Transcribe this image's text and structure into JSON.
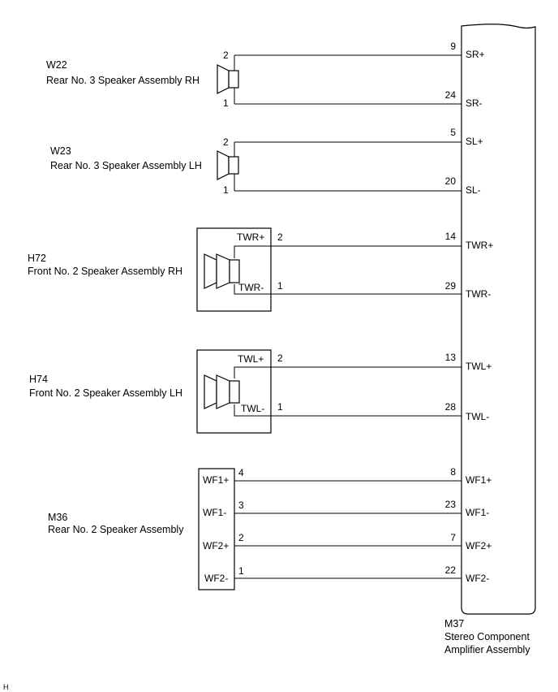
{
  "amplifier": {
    "code": "M37",
    "name_line1": "Stereo Component",
    "name_line2": "Amplifier Assembly",
    "pins": [
      {
        "num": "9",
        "name": "SR+"
      },
      {
        "num": "24",
        "name": "SR-"
      },
      {
        "num": "5",
        "name": "SL+"
      },
      {
        "num": "20",
        "name": "SL-"
      },
      {
        "num": "14",
        "name": "TWR+"
      },
      {
        "num": "29",
        "name": "TWR-"
      },
      {
        "num": "13",
        "name": "TWL+"
      },
      {
        "num": "28",
        "name": "TWL-"
      },
      {
        "num": "8",
        "name": "WF1+"
      },
      {
        "num": "23",
        "name": "WF1-"
      },
      {
        "num": "7",
        "name": "WF2+"
      },
      {
        "num": "22",
        "name": "WF2-"
      }
    ]
  },
  "components": [
    {
      "code": "W22",
      "name": "Rear No. 3 Speaker Assembly RH",
      "pins": [
        "2",
        "1"
      ]
    },
    {
      "code": "W23",
      "name": "Rear No. 3 Speaker Assembly LH",
      "pins": [
        "2",
        "1"
      ]
    },
    {
      "code": "H72",
      "name": "Front No. 2 Speaker Assembly RH",
      "pins": [
        "2",
        "1"
      ],
      "terminals": [
        "TWR+",
        "TWR-"
      ]
    },
    {
      "code": "H74",
      "name": "Front No. 2 Speaker Assembly LH",
      "pins": [
        "2",
        "1"
      ],
      "terminals": [
        "TWL+",
        "TWL-"
      ]
    },
    {
      "code": "M36",
      "name": "Rear No. 2 Speaker Assembly",
      "pins": [
        "4",
        "3",
        "2",
        "1"
      ],
      "terminals": [
        "WF1+",
        "WF1-",
        "WF2+",
        "WF2-"
      ]
    }
  ],
  "footer": "H"
}
